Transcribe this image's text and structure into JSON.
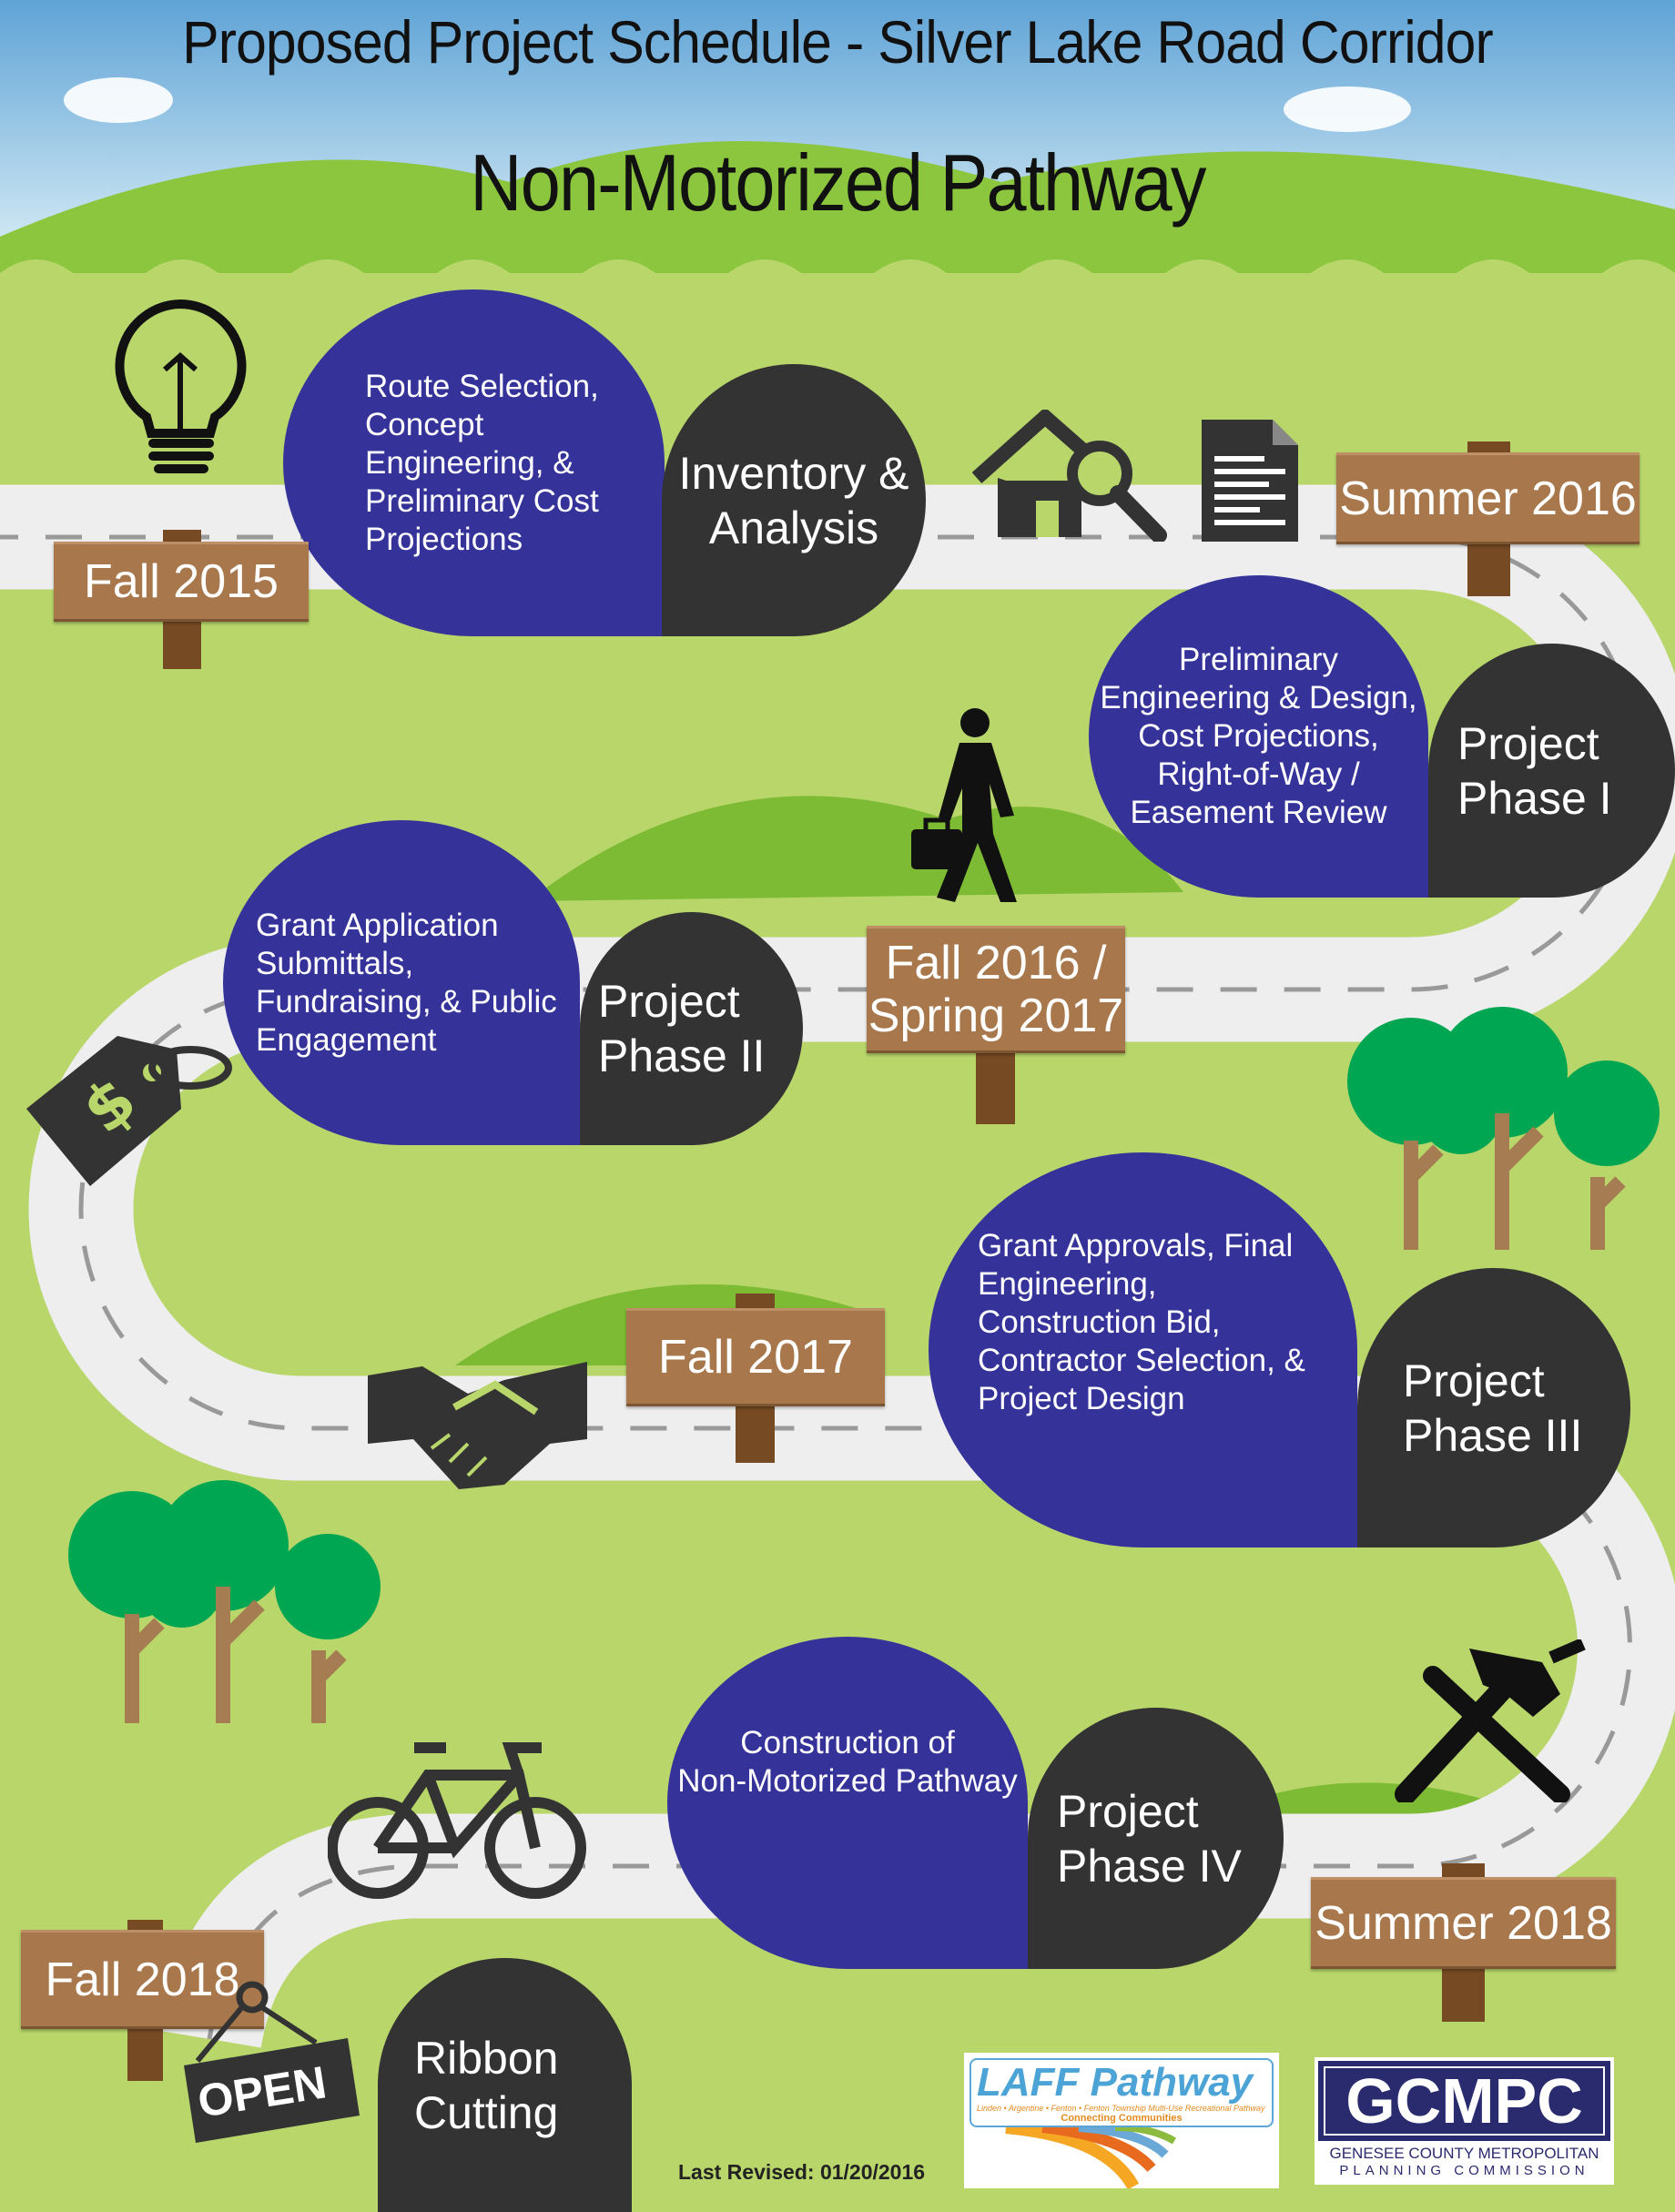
{
  "header": {
    "title": "Proposed Project Schedule - Silver Lake Road Corridor",
    "subtitle": "Non-Motorized Pathway"
  },
  "colors": {
    "phase_blue": "#35339a",
    "phase_dark": "#333333",
    "sign_board": "#a8784c",
    "sign_post": "#764a23",
    "grass": "#b8d66a",
    "road": "#eeeeee"
  },
  "signs": [
    {
      "label": "Fall 2015"
    },
    {
      "label": "Summer 2016"
    },
    {
      "label": "Fall 2016 /\nSpring 2017"
    },
    {
      "label": "Fall 2017"
    },
    {
      "label": "Summer 2018"
    },
    {
      "label": "Fall 2018"
    }
  ],
  "phases": [
    {
      "description": "Route Selection,\nConcept\nEngineering, &\nPreliminary Cost\nProjections",
      "name": "Inventory &\nAnalysis"
    },
    {
      "description": "Preliminary\nEngineering & Design,\nCost Projections,\nRight-of-Way /\nEasement Review",
      "name": "Project\nPhase I"
    },
    {
      "description": "Grant Application\nSubmittals,\nFundraising, & Public\nEngagement",
      "name": "Project\nPhase II"
    },
    {
      "description": "Grant Approvals, Final\nEngineering,\nConstruction Bid,\nContractor Selection, &\nProject Design",
      "name": "Project\nPhase III"
    },
    {
      "description": "Construction of\nNon-Motorized Pathway",
      "name": "Project\nPhase IV"
    },
    {
      "name": "Ribbon\nCutting"
    }
  ],
  "icons": [
    "lightbulb-icon",
    "house-search-icon",
    "document-icon",
    "walking-person-icon",
    "price-tag-icon",
    "handshake-icon",
    "trees-icon",
    "bicycle-icon",
    "tools-icon",
    "open-sign-icon"
  ],
  "open_sign": "OPEN",
  "footer": {
    "last_revised": "Last Revised: 01/20/2016",
    "laff_logo": {
      "title": "LAFF Pathway",
      "tagline": "Linden • Argentine • Fenton • Fenton Township  Multi-Use Recreational Pathway",
      "subtitle": "Connecting Communities"
    },
    "gcmpc_logo": {
      "title": "GCMPC",
      "line1": "GENESEE COUNTY METROPOLITAN",
      "line2": "PLANNING COMMISSION"
    }
  }
}
